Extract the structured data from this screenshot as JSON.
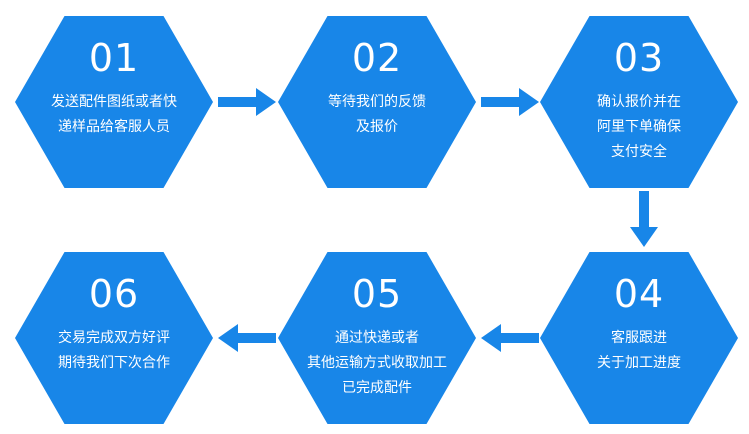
{
  "colors": {
    "hex_fill": "#1886e8",
    "arrow_fill": "#1886e8",
    "text": "#ffffff",
    "background": "#ffffff"
  },
  "steps": [
    {
      "number": "01",
      "lines": [
        "发送配件图纸或者快",
        "递样品给客服人员"
      ]
    },
    {
      "number": "02",
      "lines": [
        "等待我们的反馈",
        "及报价"
      ]
    },
    {
      "number": "03",
      "lines": [
        "确认报价并在",
        "阿里下单确保",
        "支付安全"
      ]
    },
    {
      "number": "04",
      "lines": [
        "客服跟进",
        "关于加工进度"
      ]
    },
    {
      "number": "05",
      "lines": [
        "通过快递或者",
        "其他运输方式收取加工",
        "已完成配件"
      ]
    },
    {
      "number": "06",
      "lines": [
        "交易完成双方好评",
        "期待我们下次合作"
      ]
    }
  ]
}
